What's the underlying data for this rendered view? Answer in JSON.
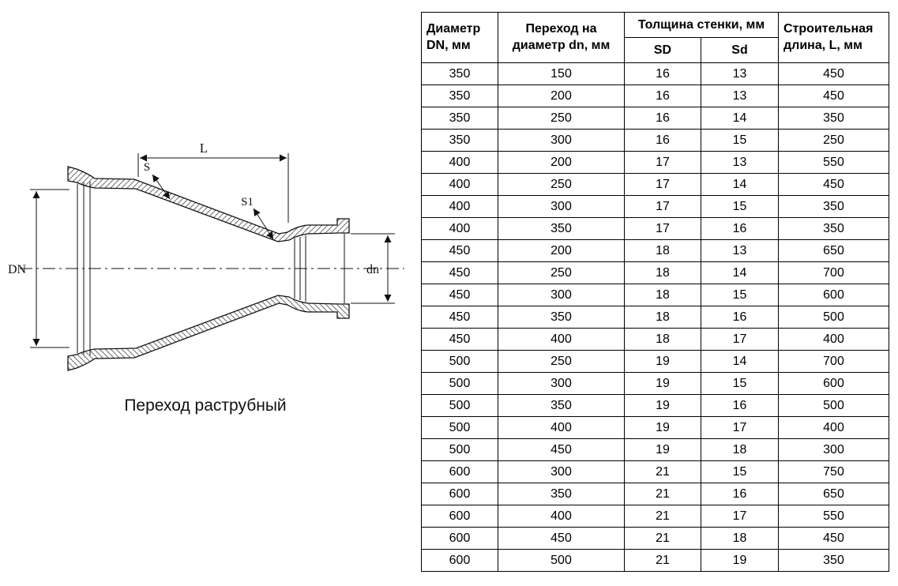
{
  "diagram": {
    "caption": "Переход раструбный",
    "labels": {
      "L": "L",
      "S": "S",
      "S1": "S1",
      "DN": "DN",
      "dn": "dn"
    }
  },
  "table": {
    "headers": {
      "diameter": [
        "Диаметр",
        "DN, мм"
      ],
      "transition": [
        "Переход на",
        "диаметр dn, мм"
      ],
      "thickness_group": "Толщина стенки, мм",
      "thickness_sd": "SD",
      "thickness_sd_small": "Sd",
      "length": [
        "Строительная",
        "длина, L, мм"
      ]
    },
    "rows": [
      [
        350,
        150,
        16,
        13,
        450
      ],
      [
        350,
        200,
        16,
        13,
        450
      ],
      [
        350,
        250,
        16,
        14,
        350
      ],
      [
        350,
        300,
        16,
        15,
        250
      ],
      [
        400,
        200,
        17,
        13,
        550
      ],
      [
        400,
        250,
        17,
        14,
        450
      ],
      [
        400,
        300,
        17,
        15,
        350
      ],
      [
        400,
        350,
        17,
        16,
        350
      ],
      [
        450,
        200,
        18,
        13,
        650
      ],
      [
        450,
        250,
        18,
        14,
        700
      ],
      [
        450,
        300,
        18,
        15,
        600
      ],
      [
        450,
        350,
        18,
        16,
        500
      ],
      [
        450,
        400,
        18,
        17,
        400
      ],
      [
        500,
        250,
        19,
        14,
        700
      ],
      [
        500,
        300,
        19,
        15,
        600
      ],
      [
        500,
        350,
        19,
        16,
        500
      ],
      [
        500,
        400,
        19,
        17,
        400
      ],
      [
        500,
        450,
        19,
        18,
        300
      ],
      [
        600,
        300,
        21,
        15,
        750
      ],
      [
        600,
        350,
        21,
        16,
        650
      ],
      [
        600,
        400,
        21,
        17,
        550
      ],
      [
        600,
        450,
        21,
        18,
        450
      ],
      [
        600,
        500,
        21,
        19,
        350
      ]
    ]
  }
}
